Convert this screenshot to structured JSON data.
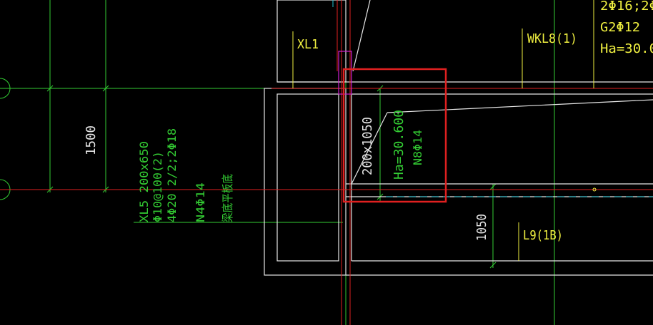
{
  "drawing": {
    "colors": {
      "background": "#000000",
      "beam_outline": "#e6e6e6",
      "axis_line": "#e02020",
      "dimension": "#33cc33",
      "label_yellow": "#f0f040",
      "cyan_dash": "#20c0d0",
      "highlight_box": "#e02020",
      "magenta": "#d020d0"
    },
    "labels": {
      "xl1": "XL1",
      "wkl8": "WKL8(1)",
      "top_right_1": "2Φ16;2Φ",
      "top_right_2": "G2Φ12",
      "top_right_3": "Ha=30.0",
      "dim_1500": "1500",
      "dim_1050": "1050",
      "l9": "L9(1B)"
    },
    "xl5_note": {
      "line1": "XL5 200x650",
      "line2": "Φ10@100(2)",
      "line3": "4Φ20 2/2;2Φ18",
      "line4": "N4Φ14",
      "line5": "梁底平板底"
    },
    "highlighted_beam": {
      "size": "200x1050",
      "elevation": "Ha=30.600",
      "side_bars": "N8Φ14"
    }
  }
}
